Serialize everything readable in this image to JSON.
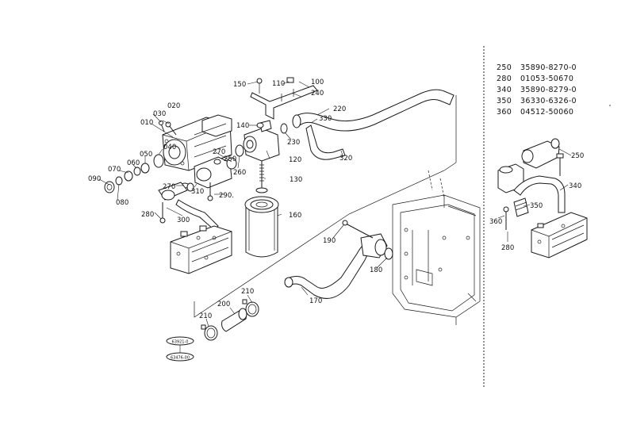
{
  "callouts": {
    "c010": "010",
    "c020": "020",
    "c030": "030",
    "c040": "040",
    "c050": "050",
    "c060": "060",
    "c070": "070",
    "c080": "080",
    "c090": "090",
    "c100": "100",
    "c110": "110",
    "c120": "120",
    "c130": "130",
    "c140": "140",
    "c150": "150",
    "c160": "160",
    "c170": "170",
    "c180": "180",
    "c190": "190",
    "c200": "200",
    "c210a": "210",
    "c210b": "210",
    "c220": "220",
    "c230": "230",
    "c240": "240",
    "c250a": "250",
    "c250b": "250",
    "c260": "260",
    "c270": "270",
    "c270b": "270",
    "c280a": "280",
    "c280b": "280",
    "c290": "290.",
    "c300": "300",
    "c310": "310",
    "c320": "320",
    "c330": "330",
    "c340": "340",
    "c350": "350",
    "c360": "360"
  },
  "parts_table": [
    {
      "ref": "250",
      "part": "35890-8270-0"
    },
    {
      "ref": "280",
      "part": "01053-50670"
    },
    {
      "ref": "340",
      "part": "35890-8279-0"
    },
    {
      "ref": "350",
      "part": "36330-6326-0"
    },
    {
      "ref": "360",
      "part": "04512-50060"
    }
  ],
  "badges": {
    "badge_top": "63921-0",
    "badge_bottom": "63476-00"
  }
}
